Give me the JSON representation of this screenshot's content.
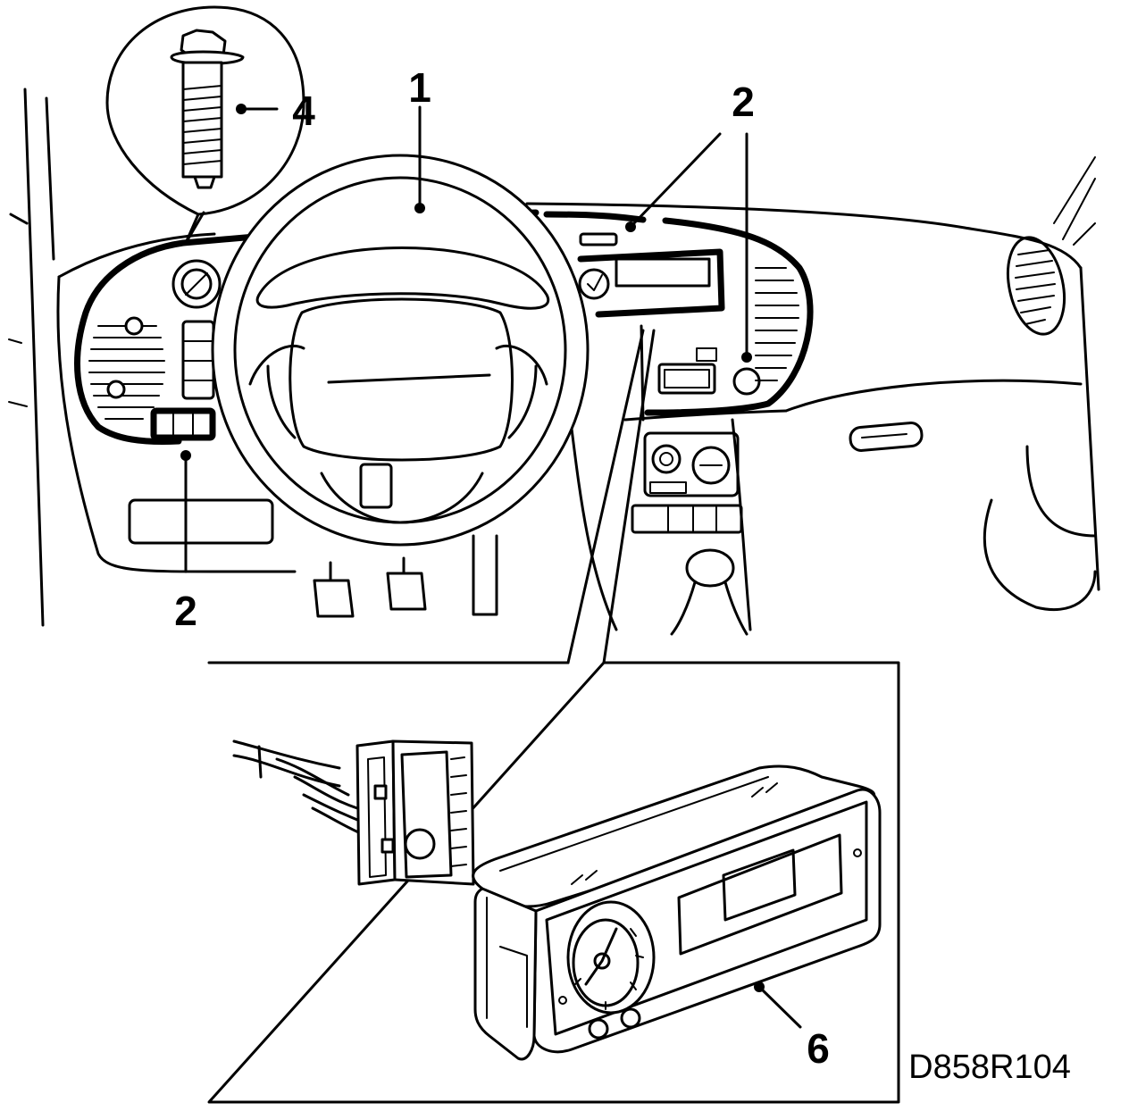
{
  "figure": {
    "drawing_code": "D858R104",
    "callouts": {
      "main_panel": "1",
      "screw_right": "2",
      "screw_upper_right": "2",
      "screw_left": "2",
      "bolt": "4",
      "clock_unit": "6"
    },
    "colors": {
      "line": "#000000",
      "background": "#ffffff"
    }
  }
}
